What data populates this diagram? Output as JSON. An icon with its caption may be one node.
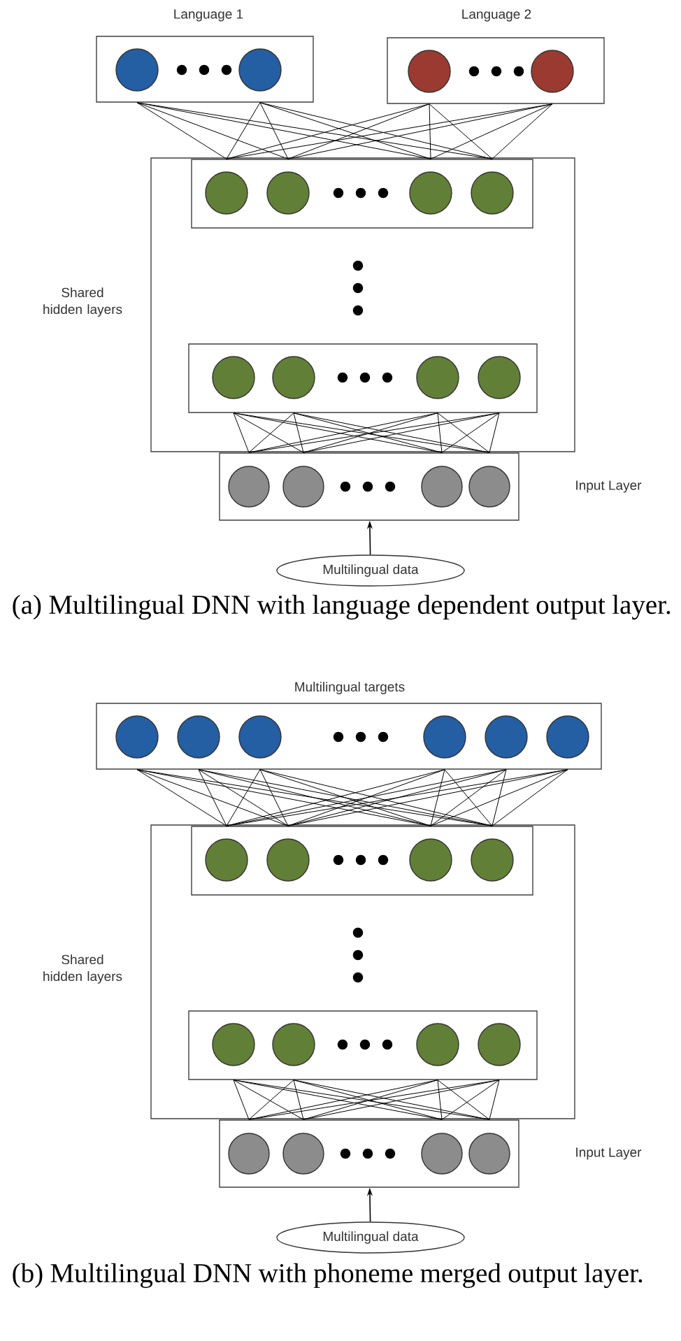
{
  "diagram": {
    "nodes": [
      {
        "text": [
          "Language 1"
        ]
      },
      {
        "text": [],
        "shape": "circle",
        "in": 0
      },
      {
        "text": [],
        "shape": "circle",
        "in": 0
      },
      {
        "text": [
          "Language 2"
        ]
      },
      {
        "text": [],
        "shape": "circle",
        "in": 3
      },
      {
        "text": [],
        "shape": "circle",
        "in": 3
      },
      {
        "text": [
          "Shared hidden layers"
        ]
      },
      {
        "text": [],
        "shape": "box",
        "in": 6
      },
      {
        "text": [],
        "shape": "circle",
        "in": 7
      },
      {
        "text": [],
        "shape": "circle",
        "in": 7
      },
      {
        "text": [],
        "shape": "circle",
        "in": 7
      },
      {
        "text": [],
        "shape": "circle",
        "in": 7
      },
      {
        "text": [],
        "shape": "box",
        "in": 6
      },
      {
        "text": [],
        "shape": "circle",
        "in": 12
      },
      {
        "text": [],
        "shape": "circle",
        "in": 12
      },
      {
        "text": [],
        "shape": "circle",
        "in": 12
      },
      {
        "text": [],
        "shape": "circle",
        "in": 12
      },
      {
        "text": [
          "Input Layer"
        ]
      },
      {
        "text": [],
        "shape": "circle",
        "in": 17
      },
      {
        "text": [],
        "shape": "circle",
        "in": 17
      },
      {
        "text": [],
        "shape": "circle",
        "in": 17
      },
      {
        "text": [],
        "shape": "circle",
        "in": 17
      },
      {
        "text": [
          "Multilingual data"
        ]
      },
      {
        "text": [
          "Multilingual targets"
        ]
      },
      {
        "text": [],
        "shape": "circle",
        "in": 23
      },
      {
        "text": [],
        "shape": "circle",
        "in": 23
      },
      {
        "text": [],
        "shape": "circle",
        "in": 23
      },
      {
        "text": [],
        "shape": "circle",
        "in": 23
      },
      {
        "text": [],
        "shape": "circle",
        "in": 23
      },
      {
        "text": [],
        "shape": "circle",
        "in": 23
      },
      {
        "text": [
          "Shared hidden layers"
        ]
      },
      {
        "text": [],
        "shape": "box",
        "in": 30
      },
      {
        "text": [],
        "shape": "circle",
        "in": 31
      },
      {
        "text": [],
        "shape": "circle",
        "in": 31
      },
      {
        "text": [],
        "shape": "circle",
        "in": 31
      },
      {
        "text": [],
        "shape": "circle",
        "in": 31
      },
      {
        "text": [],
        "shape": "box",
        "in": 30
      },
      {
        "text": [],
        "shape": "circle",
        "in": 36
      },
      {
        "text": [],
        "shape": "circle",
        "in": 36
      },
      {
        "text": [],
        "shape": "circle",
        "in": 36
      },
      {
        "text": [],
        "shape": "circle",
        "in": 36
      },
      {
        "text": [
          "Input Layer"
        ]
      },
      {
        "text": [],
        "shape": "circle",
        "in": 41
      },
      {
        "text": [],
        "shape": "circle",
        "in": 41
      },
      {
        "text": [],
        "shape": "circle",
        "in": 41
      },
      {
        "text": [],
        "shape": "circle",
        "in": 41
      },
      {
        "text": [
          "Multilingual data"
        ]
      }
    ],
    "edges": [
      {
        "from": 1,
        "to": 8,
        "arrow": "none"
      },
      {
        "from": 1,
        "to": 9,
        "arrow": "none"
      },
      {
        "from": 1,
        "to": 10,
        "arrow": "none"
      },
      {
        "from": 1,
        "to": 11,
        "arrow": "none"
      },
      {
        "from": 2,
        "to": 8,
        "arrow": "none"
      },
      {
        "from": 2,
        "to": 9,
        "arrow": "none"
      },
      {
        "from": 2,
        "to": 10,
        "arrow": "none"
      },
      {
        "from": 2,
        "to": 11,
        "arrow": "none"
      },
      {
        "from": 4,
        "to": 8,
        "arrow": "none"
      },
      {
        "from": 4,
        "to": 9,
        "arrow": "none"
      },
      {
        "from": 4,
        "to": 10,
        "arrow": "none"
      },
      {
        "from": 4,
        "to": 11,
        "arrow": "none"
      },
      {
        "from": 5,
        "to": 8,
        "arrow": "none"
      },
      {
        "from": 5,
        "to": 9,
        "arrow": "none"
      },
      {
        "from": 5,
        "to": 10,
        "arrow": "none"
      },
      {
        "from": 5,
        "to": 11,
        "arrow": "none"
      },
      {
        "from": 13,
        "to": 18,
        "arrow": "none"
      },
      {
        "from": 13,
        "to": 19,
        "arrow": "none"
      },
      {
        "from": 13,
        "to": 20,
        "arrow": "none"
      },
      {
        "from": 13,
        "to": 21,
        "arrow": "none"
      },
      {
        "from": 14,
        "to": 18,
        "arrow": "none"
      },
      {
        "from": 14,
        "to": 19,
        "arrow": "none"
      },
      {
        "from": 14,
        "to": 20,
        "arrow": "none"
      },
      {
        "from": 14,
        "to": 21,
        "arrow": "none"
      },
      {
        "from": 15,
        "to": 18,
        "arrow": "none"
      },
      {
        "from": 15,
        "to": 19,
        "arrow": "none"
      },
      {
        "from": 15,
        "to": 20,
        "arrow": "none"
      },
      {
        "from": 15,
        "to": 21,
        "arrow": "none"
      },
      {
        "from": 16,
        "to": 18,
        "arrow": "none"
      },
      {
        "from": 16,
        "to": 19,
        "arrow": "none"
      },
      {
        "from": 16,
        "to": 20,
        "arrow": "none"
      },
      {
        "from": 16,
        "to": 21,
        "arrow": "none"
      },
      {
        "from": 22,
        "to": 17,
        "arrow": "to"
      },
      {
        "from": 24,
        "to": 32,
        "arrow": "none"
      },
      {
        "from": 24,
        "to": 33,
        "arrow": "none"
      },
      {
        "from": 24,
        "to": 34,
        "arrow": "none"
      },
      {
        "from": 24,
        "to": 35,
        "arrow": "none"
      },
      {
        "from": 25,
        "to": 32,
        "arrow": "none"
      },
      {
        "from": 25,
        "to": 33,
        "arrow": "none"
      },
      {
        "from": 25,
        "to": 34,
        "arrow": "none"
      },
      {
        "from": 25,
        "to": 35,
        "arrow": "none"
      },
      {
        "from": 26,
        "to": 32,
        "arrow": "none"
      },
      {
        "from": 26,
        "to": 33,
        "arrow": "none"
      },
      {
        "from": 26,
        "to": 34,
        "arrow": "none"
      },
      {
        "from": 26,
        "to": 35,
        "arrow": "none"
      },
      {
        "from": 27,
        "to": 32,
        "arrow": "none"
      },
      {
        "from": 27,
        "to": 33,
        "arrow": "none"
      },
      {
        "from": 27,
        "to": 34,
        "arrow": "none"
      },
      {
        "from": 27,
        "to": 35,
        "arrow": "none"
      },
      {
        "from": 28,
        "to": 32,
        "arrow": "none"
      },
      {
        "from": 28,
        "to": 33,
        "arrow": "none"
      },
      {
        "from": 28,
        "to": 34,
        "arrow": "none"
      },
      {
        "from": 28,
        "to": 35,
        "arrow": "none"
      },
      {
        "from": 29,
        "to": 32,
        "arrow": "none"
      },
      {
        "from": 29,
        "to": 33,
        "arrow": "none"
      },
      {
        "from": 29,
        "to": 34,
        "arrow": "none"
      },
      {
        "from": 29,
        "to": 35,
        "arrow": "none"
      },
      {
        "from": 37,
        "to": 42,
        "arrow": "none"
      },
      {
        "from": 37,
        "to": 43,
        "arrow": "none"
      },
      {
        "from": 37,
        "to": 44,
        "arrow": "none"
      },
      {
        "from": 37,
        "to": 45,
        "arrow": "none"
      },
      {
        "from": 38,
        "to": 42,
        "arrow": "none"
      },
      {
        "from": 38,
        "to": 43,
        "arrow": "none"
      },
      {
        "from": 38,
        "to": 44,
        "arrow": "none"
      },
      {
        "from": 38,
        "to": 45,
        "arrow": "none"
      },
      {
        "from": 39,
        "to": 42,
        "arrow": "none"
      },
      {
        "from": 39,
        "to": 43,
        "arrow": "none"
      },
      {
        "from": 39,
        "to": 44,
        "arrow": "none"
      },
      {
        "from": 39,
        "to": 45,
        "arrow": "none"
      },
      {
        "from": 40,
        "to": 42,
        "arrow": "none"
      },
      {
        "from": 40,
        "to": 43,
        "arrow": "none"
      },
      {
        "from": 40,
        "to": 44,
        "arrow": "none"
      },
      {
        "from": 40,
        "to": 45,
        "arrow": "none"
      },
      {
        "from": 46,
        "to": 41,
        "arrow": "to"
      }
    ],
    "labels": [
      "(a) Multilingual DNN with language dependent output layer.",
      "(b) Multilingual DNN with phoneme merged output layer."
    ]
  }
}
